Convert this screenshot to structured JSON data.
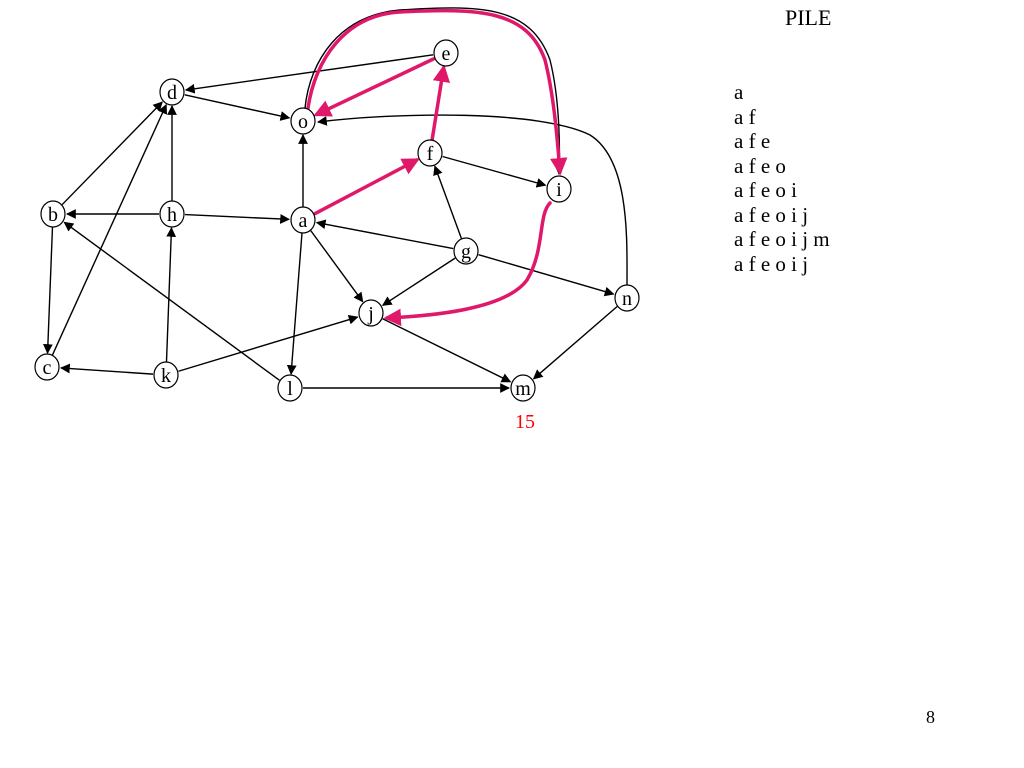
{
  "stack": {
    "title": "PILE",
    "entries": [
      "a",
      "a f",
      "a f e",
      "a f e o",
      "a f e o i",
      "a f e o i j",
      "a f e o i j m",
      "a f e o i j"
    ]
  },
  "graph": {
    "nodes": [
      {
        "id": "a",
        "label": "a"
      },
      {
        "id": "b",
        "label": "b"
      },
      {
        "id": "c",
        "label": "c"
      },
      {
        "id": "d",
        "label": "d"
      },
      {
        "id": "e",
        "label": "e"
      },
      {
        "id": "f",
        "label": "f"
      },
      {
        "id": "g",
        "label": "g"
      },
      {
        "id": "h",
        "label": "h"
      },
      {
        "id": "i",
        "label": "i"
      },
      {
        "id": "j",
        "label": "j"
      },
      {
        "id": "k",
        "label": "k"
      },
      {
        "id": "l",
        "label": "l"
      },
      {
        "id": "m",
        "label": "m"
      },
      {
        "id": "n",
        "label": "n"
      },
      {
        "id": "o",
        "label": "o"
      }
    ],
    "edges": [
      {
        "from": "e",
        "to": "d"
      },
      {
        "from": "d",
        "to": "o"
      },
      {
        "from": "b",
        "to": "d"
      },
      {
        "from": "b",
        "to": "c"
      },
      {
        "from": "c",
        "to": "d"
      },
      {
        "from": "h",
        "to": "d"
      },
      {
        "from": "h",
        "to": "b"
      },
      {
        "from": "h",
        "to": "a"
      },
      {
        "from": "a",
        "to": "o"
      },
      {
        "from": "a",
        "to": "j"
      },
      {
        "from": "a",
        "to": "l"
      },
      {
        "from": "f",
        "to": "i"
      },
      {
        "from": "g",
        "to": "f"
      },
      {
        "from": "g",
        "to": "a"
      },
      {
        "from": "g",
        "to": "j"
      },
      {
        "from": "g",
        "to": "n"
      },
      {
        "from": "n",
        "to": "o"
      },
      {
        "from": "n",
        "to": "m"
      },
      {
        "from": "j",
        "to": "m"
      },
      {
        "from": "k",
        "to": "j"
      },
      {
        "from": "k",
        "to": "c"
      },
      {
        "from": "k",
        "to": "h"
      },
      {
        "from": "l",
        "to": "b"
      },
      {
        "from": "l",
        "to": "m"
      },
      {
        "from": "o",
        "to": "i"
      }
    ],
    "traversal_edges": [
      {
        "from": "a",
        "to": "f"
      },
      {
        "from": "f",
        "to": "e"
      },
      {
        "from": "e",
        "to": "o"
      },
      {
        "from": "o",
        "to": "i"
      },
      {
        "from": "i",
        "to": "j"
      }
    ],
    "highlight_color": "#e0186a",
    "edge_color": "#000000"
  },
  "annotation": {
    "value": "15",
    "color": "#ff0000"
  },
  "page_number": "8"
}
